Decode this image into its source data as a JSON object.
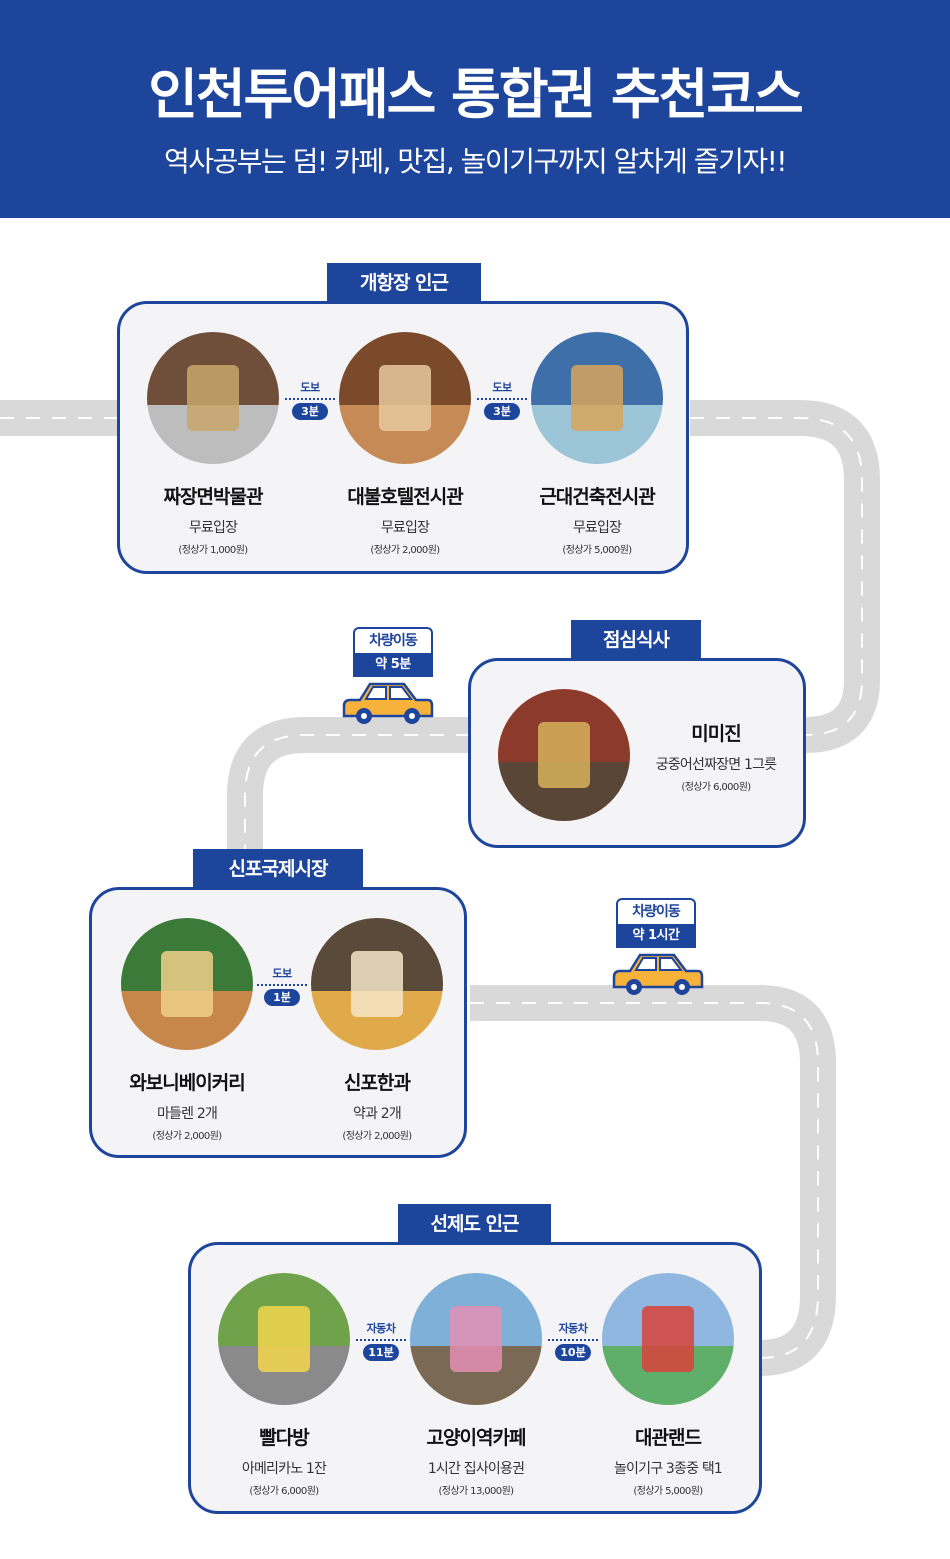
{
  "header": {
    "title": "인천투어패스 통합권 추천코스",
    "subtitle": "역사공부는 덤! 카페, 맛집, 놀이기구까지 알차게 즐기자!!"
  },
  "colors": {
    "brand": "#1e459c",
    "road": "#d9d9d9",
    "card_bg": "#f4f4f7",
    "car": "#f7b23b"
  },
  "sections": [
    {
      "label": "개항장 인근",
      "spots": [
        {
          "name": "짜장면박물관",
          "desc": "무료입장",
          "price": "(정상가 1,000원)"
        },
        {
          "name": "대불호텔전시관",
          "desc": "무료입장",
          "price": "(정상가 2,000원)"
        },
        {
          "name": "근대건축전시관",
          "desc": "무료입장",
          "price": "(정상가 5,000원)"
        }
      ],
      "connectors": [
        {
          "mode": "도보",
          "time": "3분"
        },
        {
          "mode": "도보",
          "time": "3분"
        }
      ]
    },
    {
      "label": "점심식사",
      "spots": [
        {
          "name": "미미진",
          "desc": "궁중어선짜장면 1그릇",
          "price": "(정상가 6,000원)"
        }
      ]
    },
    {
      "label": "신포국제시장",
      "spots": [
        {
          "name": "와보니베이커리",
          "desc": "마들렌 2개",
          "price": "(정상가 2,000원)"
        },
        {
          "name": "신포한과",
          "desc": "약과 2개",
          "price": "(정상가 2,000원)"
        }
      ],
      "connectors": [
        {
          "mode": "도보",
          "time": "1분"
        }
      ]
    },
    {
      "label": "선제도 인근",
      "spots": [
        {
          "name": "빨다방",
          "desc": "아메리카노 1잔",
          "price": "(정상가 6,000원)"
        },
        {
          "name": "고양이역카페",
          "desc": "1시간 집사이용권",
          "price": "(정상가 13,000원)"
        },
        {
          "name": "대관랜드",
          "desc": "놀이기구 3종중 택1",
          "price": "(정상가 5,000원)"
        }
      ],
      "connectors": [
        {
          "mode": "자동차",
          "time": "11분"
        },
        {
          "mode": "자동차",
          "time": "10분"
        }
      ]
    }
  ],
  "moves": [
    {
      "label": "차량이동",
      "time": "약 5분"
    },
    {
      "label": "차량이동",
      "time": "약 1시간"
    }
  ]
}
